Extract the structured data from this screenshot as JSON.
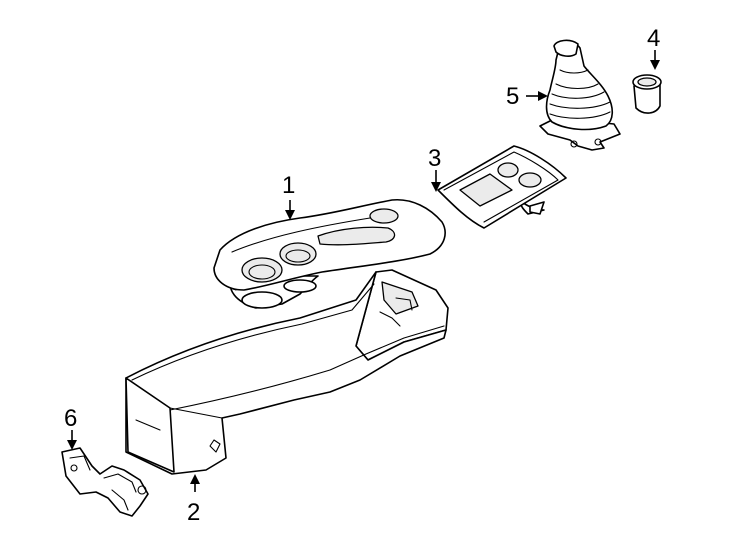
{
  "diagram": {
    "type": "exploded parts diagram",
    "callouts": [
      {
        "id": "1",
        "part": "console-top-cupholder-panel"
      },
      {
        "id": "2",
        "part": "console-base-housing"
      },
      {
        "id": "3",
        "part": "shifter-bezel-plate"
      },
      {
        "id": "4",
        "part": "small-cap"
      },
      {
        "id": "5",
        "part": "shift-boot"
      },
      {
        "id": "6",
        "part": "mounting-bracket"
      }
    ]
  }
}
